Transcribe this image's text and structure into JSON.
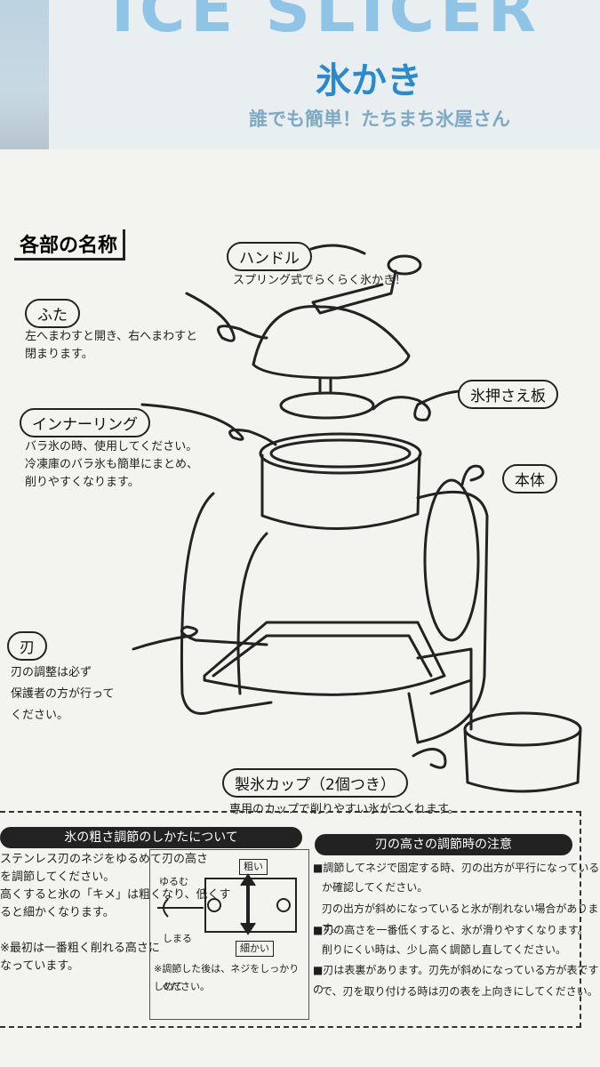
{
  "box": {
    "title": "ICE SLICER",
    "subtitle": "氷かき",
    "tagline": "誰でも簡単！たちまち氷屋さん"
  },
  "section_title": "各部の名称",
  "parts": {
    "handle": {
      "label": "ハンドル",
      "desc": "スプリング式でらくらく氷かき！"
    },
    "lid": {
      "label": "ふた",
      "desc1": "左へまわすと開き、右へまわすと",
      "desc2": "閉まります。"
    },
    "press": {
      "label": "氷押さえ板"
    },
    "inner": {
      "label": "インナーリング",
      "desc1": "バラ氷の時、使用してください。",
      "desc2": "冷凍庫のバラ氷も簡単にまとめ、",
      "desc3": "削りやすくなります。"
    },
    "body": {
      "label": "本体"
    },
    "blade": {
      "label": "刃",
      "desc1": "刃の調整は必ず",
      "desc2": "保護者の方が行って",
      "desc3": "ください。"
    },
    "cup": {
      "label": "製氷カップ（2個つき）",
      "desc": "専用のカップで削りやすい氷がつくれます。"
    }
  },
  "adjust": {
    "title": "氷の粗さ調節のしかたについて",
    "line1": "ステンレス刃のネジをゆるめて刃の高さ",
    "line2": "を調節してください。",
    "line3": "高くすると氷の「キメ」は粗くなり、低くす",
    "line4": "ると細かくなります。",
    "line5": "※最初は一番粗く削れる高さに",
    "line6": "なっています。",
    "loosen": "ゆるむ",
    "tighten": "しまる",
    "coarse": "粗い",
    "fine": "細かい",
    "note1": "※調節した後は、ネジをしっかりしめて",
    "note2": "ください。"
  },
  "caution": {
    "title": "刃の高さの調節時の注意",
    "b1a": "■調節してネジで固定する時、刃の出方が平行になっている",
    "b1b": "か確認してください。",
    "b1c": "刃の出方が斜めになっていると氷が削れない場合があります。",
    "b2a": "■刃の高さを一番低くすると、氷が滑りやすくなります。",
    "b2b": "削りにくい時は、少し高く調節し直してください。",
    "b3a": "■刃は表裏があります。刃先が斜めになっている方が表ですの",
    "b3b": "で、刃を取り付ける時は刃の表を上向きにしてください。"
  },
  "colors": {
    "box_blue": "#2b89cc",
    "paper": "#f3f3f0",
    "ink": "#222222"
  }
}
